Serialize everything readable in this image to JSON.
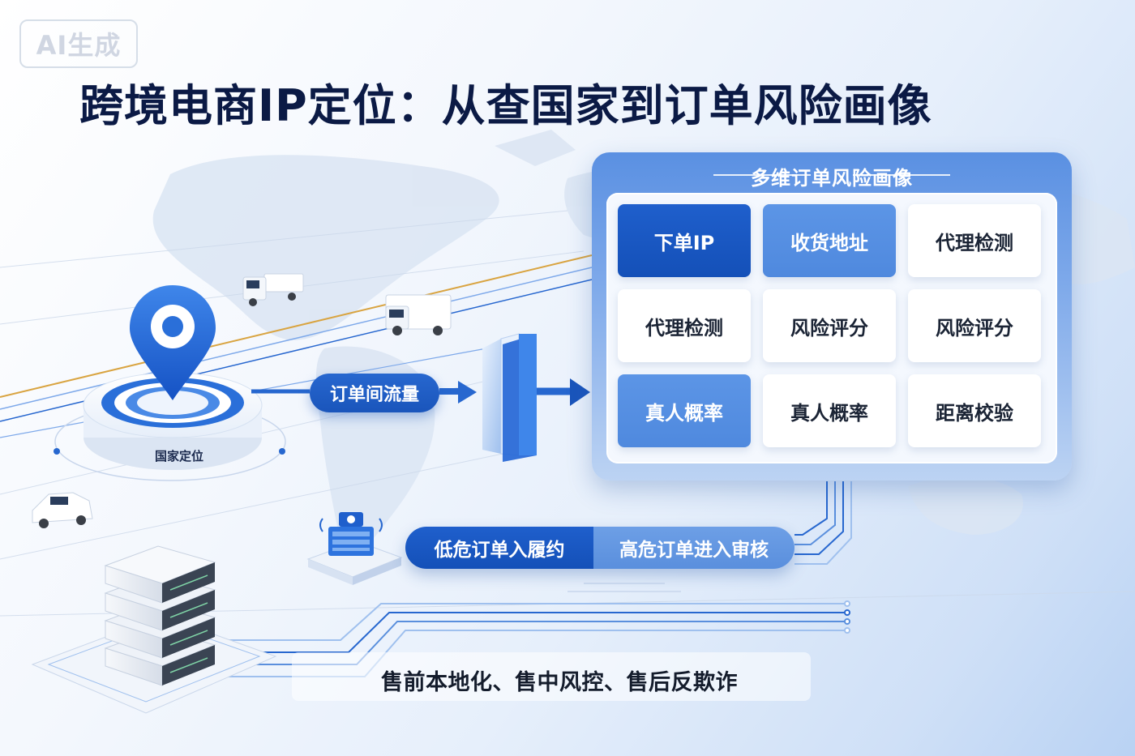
{
  "watermark": "AI生成",
  "title": "跨境电商IP定位：从查国家到订单风险画像",
  "country_node": {
    "label": "国家定位"
  },
  "flow_label": "订单间流量",
  "risk_panel": {
    "title": "多维订单风险画像",
    "cells": [
      {
        "label": "下单IP",
        "style": "dark"
      },
      {
        "label": "收货地址",
        "style": "mid"
      },
      {
        "label": "代理检测",
        "style": "light"
      },
      {
        "label": "代理检测",
        "style": "light"
      },
      {
        "label": "风险评分",
        "style": "light"
      },
      {
        "label": "风险评分",
        "style": "light"
      },
      {
        "label": "真人概率",
        "style": "mid"
      },
      {
        "label": "真人概率",
        "style": "light"
      },
      {
        "label": "距离校验",
        "style": "light"
      }
    ]
  },
  "decision": {
    "low": "低危订单入履约",
    "high": "高危订单进入审核"
  },
  "caption": "售前本地化、售中风控、售后反欺诈",
  "colors": {
    "primary": "#1a55bb",
    "mid": "#5a8fdd",
    "accent_line": "#d9a441"
  },
  "icons": [
    "location-pin-icon",
    "truck-icon",
    "pickup-truck-icon",
    "server-rack-icon",
    "gateway-device-icon",
    "arrow-right-icon"
  ]
}
